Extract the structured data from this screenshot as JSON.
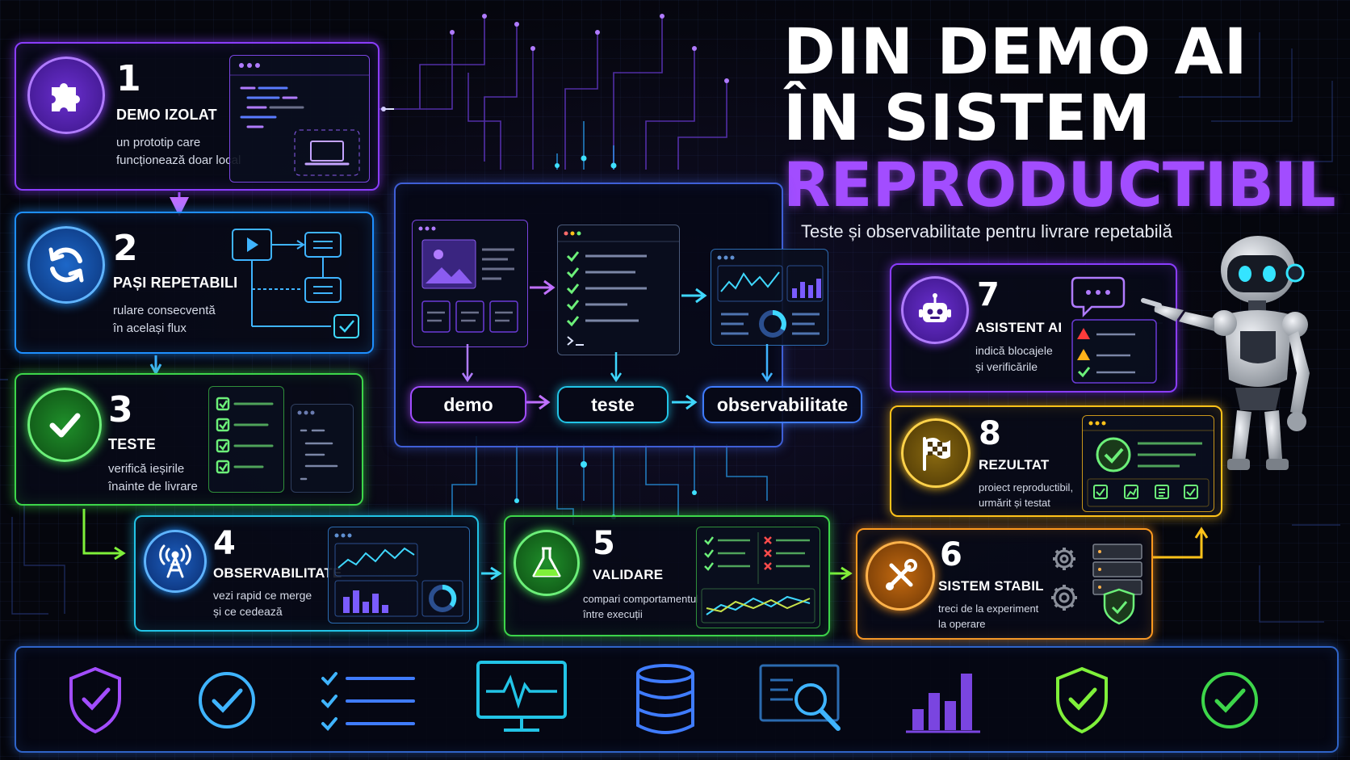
{
  "title": {
    "line1": "DIN DEMO AI",
    "line2": "ÎN SISTEM",
    "line3": "REPRODUCTIBIL",
    "subtitle": "Teste și observabilitate pentru livrare repetabilă"
  },
  "steps": [
    {
      "number": "1",
      "title": "DEMO IZOLAT",
      "desc1": "un prototip care",
      "desc2": "funcționează doar local",
      "icon": "puzzle-icon"
    },
    {
      "number": "2",
      "title": "PAȘI REPETABILI",
      "desc1": "rulare consecventă",
      "desc2": "în același flux",
      "icon": "sync-icon"
    },
    {
      "number": "3",
      "title": "TESTE",
      "desc1": "verifică ieșirile",
      "desc2": "înainte de livrare",
      "icon": "check-icon"
    },
    {
      "number": "4",
      "title": "OBSERVABILITATE",
      "desc1": "vezi rapid ce merge",
      "desc2": "și ce cedează",
      "icon": "antenna-icon"
    },
    {
      "number": "5",
      "title": "VALIDARE",
      "desc1": "compari comportamentul",
      "desc2": "între execuții",
      "icon": "flask-icon"
    },
    {
      "number": "6",
      "title": "SISTEM STABIL",
      "desc1": "treci de la experiment",
      "desc2": "la operare",
      "icon": "tools-icon"
    },
    {
      "number": "7",
      "title": "ASISTENT AI",
      "desc1": "indică blocajele",
      "desc2": "și verificările",
      "icon": "robot-icon"
    },
    {
      "number": "8",
      "title": "REZULTAT",
      "desc1": "proiect reproductibil,",
      "desc2": "urmărit și testat",
      "icon": "flag-icon"
    }
  ],
  "pipeline": {
    "stage1": "demo",
    "stage2": "teste",
    "stage3": "observabilitate"
  },
  "footer_icons": [
    "shield-check-icon",
    "circle-check-icon",
    "checklist-icon",
    "heartbeat-monitor-icon",
    "database-icon",
    "search-screen-icon",
    "bar-chart-icon",
    "shield-check-icon",
    "circle-check-icon"
  ],
  "colors": {
    "purple": "#8b3dff",
    "blue": "#1e8fff",
    "green": "#3dd64a",
    "cyan": "#22c4e6",
    "orange": "#ff9a1f",
    "yellow": "#ffc21a",
    "background": "#05060d"
  }
}
